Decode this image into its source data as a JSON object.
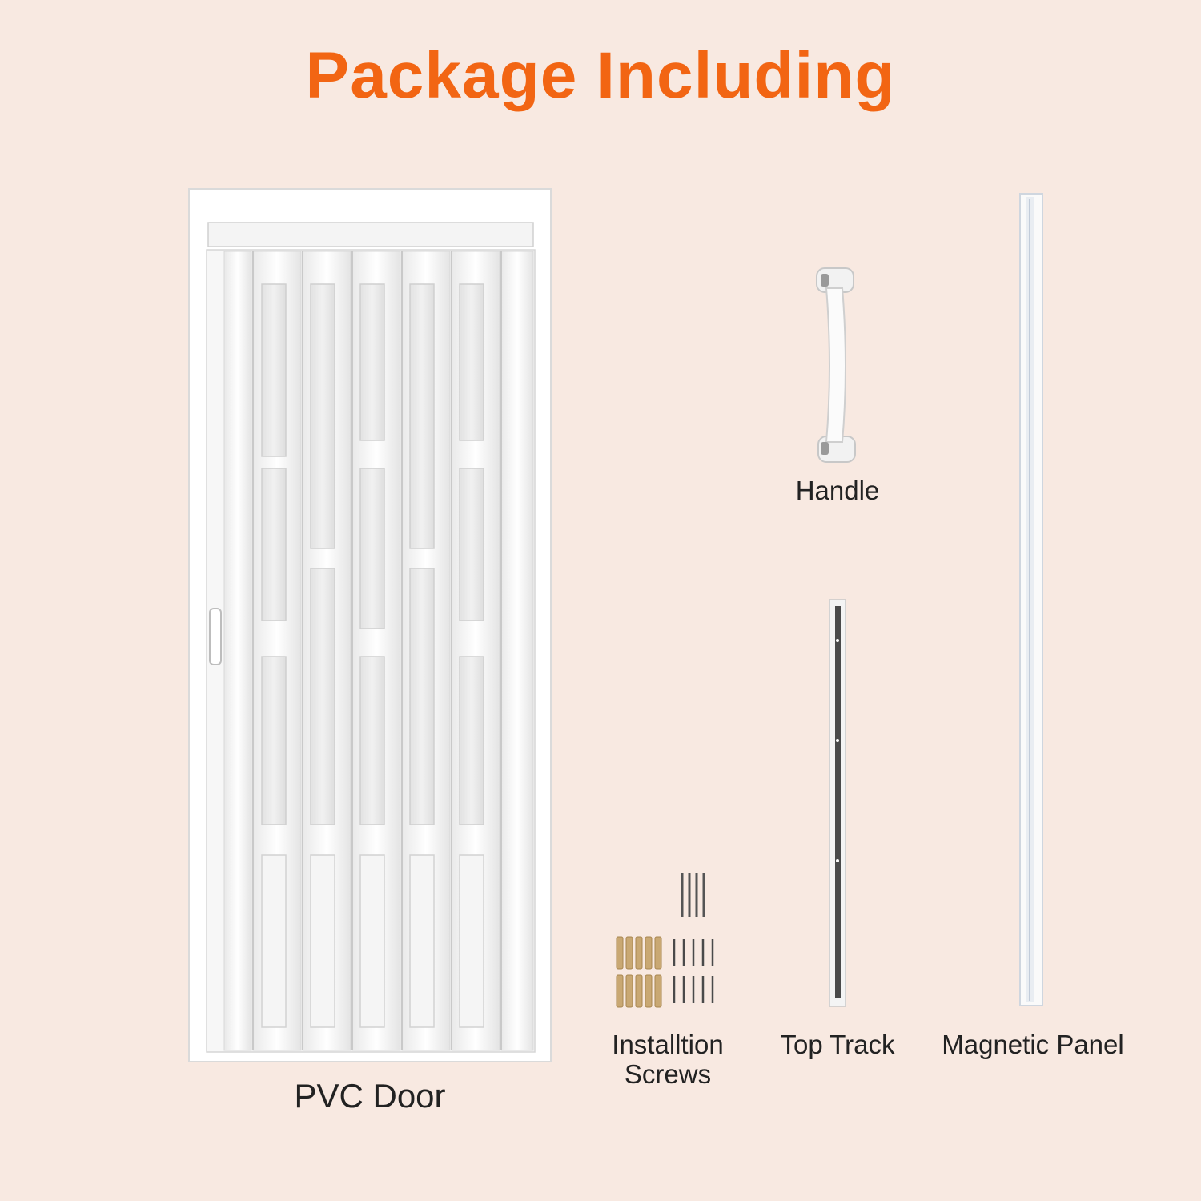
{
  "title": "Package Including",
  "colors": {
    "title": "#f26513",
    "background": "#f8e9e1",
    "product": "#ffffff"
  },
  "items": [
    {
      "label": "PVC Door",
      "icon": "folding-door-image"
    },
    {
      "label": "Handle",
      "icon": "handle-image"
    },
    {
      "label_line1": "Installtion",
      "label_line2": "Screws",
      "icon": "screws-image"
    },
    {
      "label": "Top Track",
      "icon": "top-track-image"
    },
    {
      "label": "Magnetic Panel",
      "icon": "magnetic-panel-image"
    }
  ]
}
